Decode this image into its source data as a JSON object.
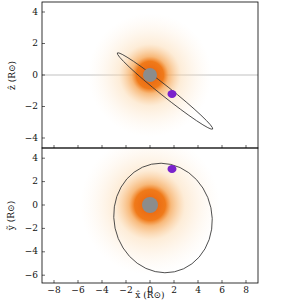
{
  "diagram": {
    "labels": [
      "4",
      "2",
      "0",
      "−2",
      "−4",
      "ẑ (R⊙)",
      "4",
      "2",
      "0",
      "−2",
      "−4",
      "−6",
      "ỹ (R⊙)",
      "−8",
      "−6",
      "−4",
      "−2",
      "0",
      "2",
      "4",
      "6",
      "8",
      "x̂ (R⊙)"
    ]
  }
}
